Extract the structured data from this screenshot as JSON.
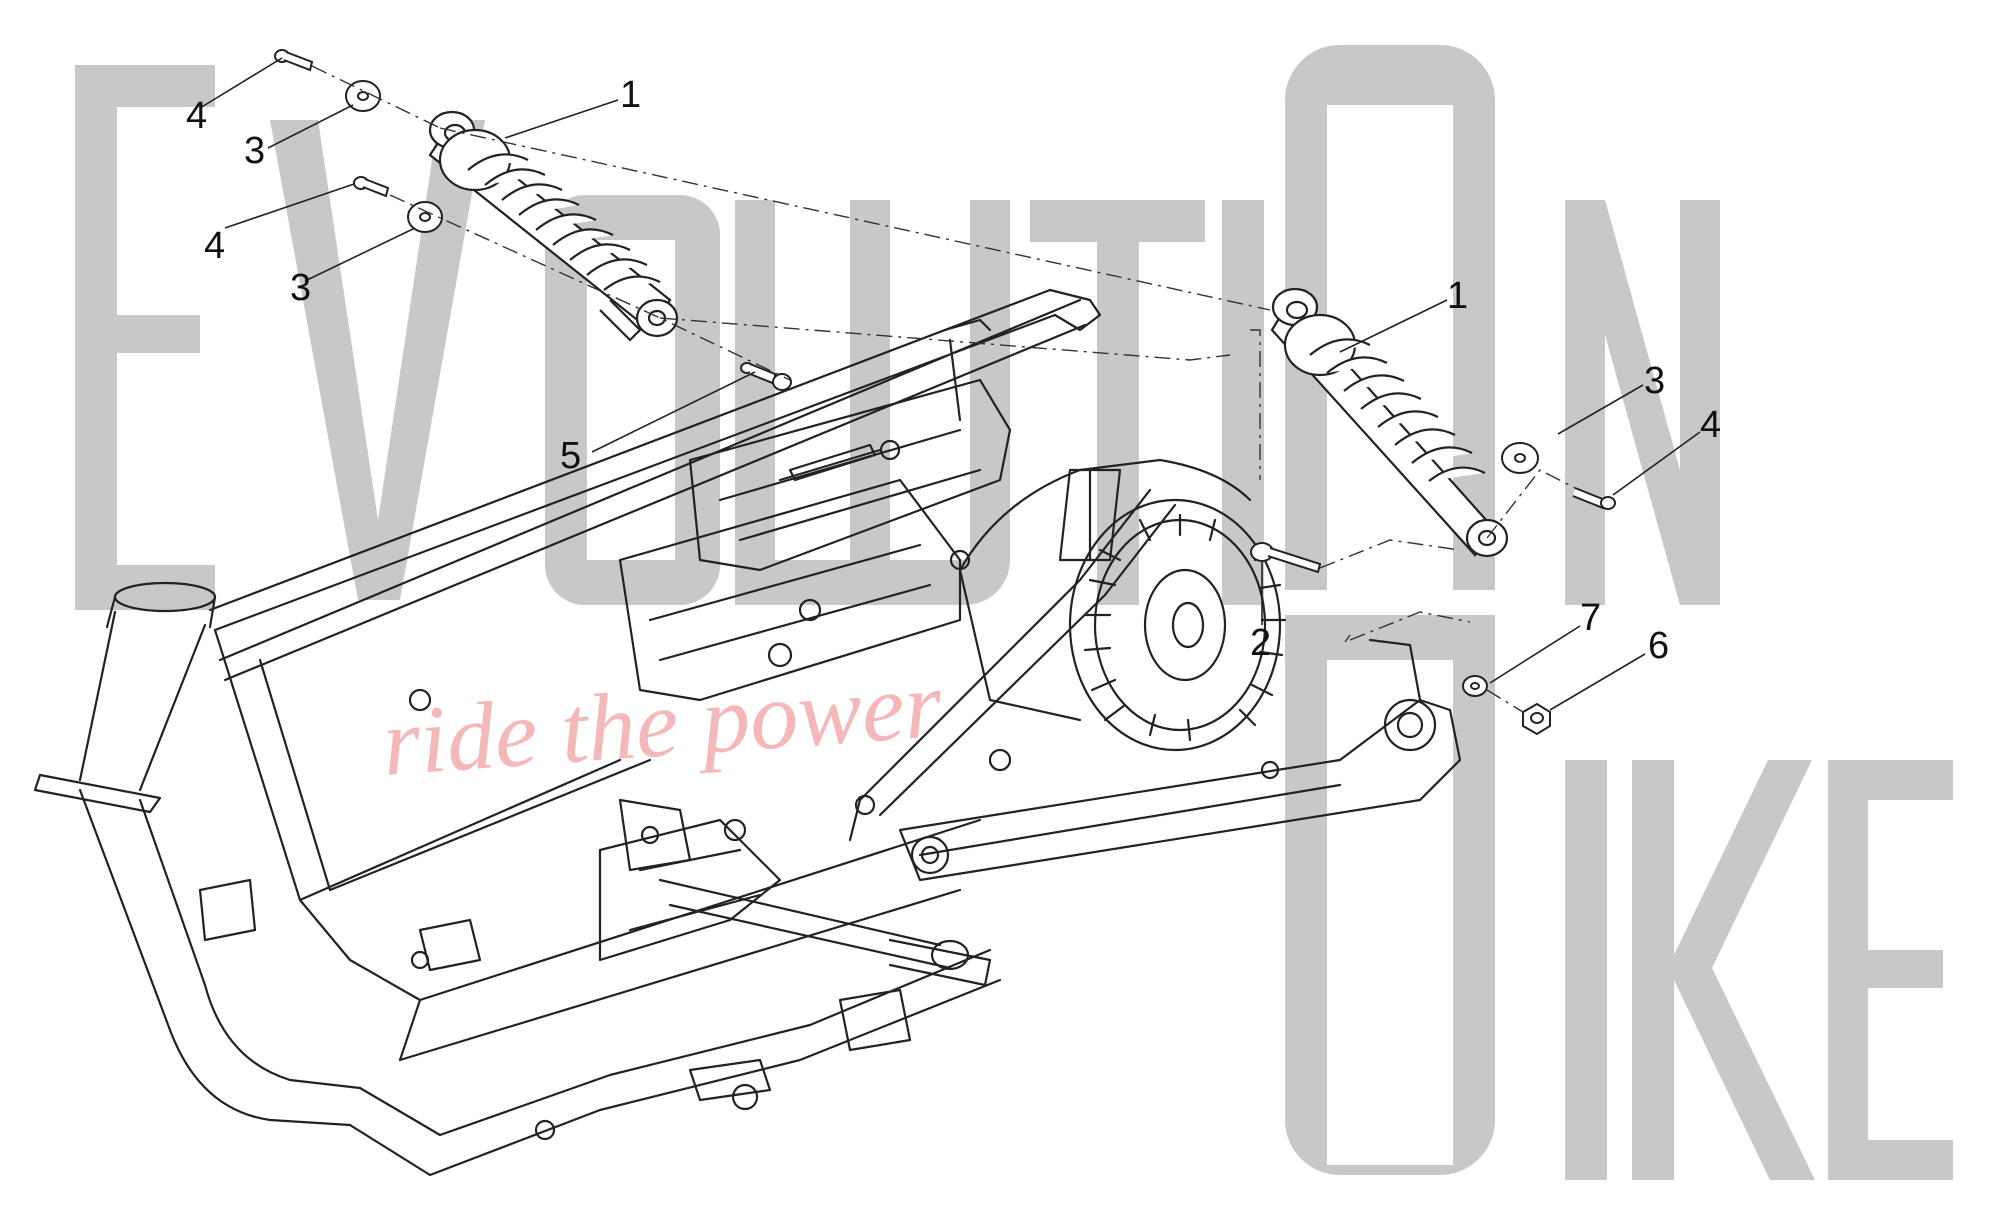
{
  "watermark": {
    "word_1": "EVOLUTION",
    "word_2": "BIKE",
    "tagline": "ride the power",
    "letter_color": "#c8c8c8",
    "tagline_color": "#f2a7a7"
  },
  "diagram": {
    "line_color": "#222222",
    "callouts": [
      {
        "id": "left-shock-upper",
        "label": "1"
      },
      {
        "id": "right-shock",
        "label": "1"
      },
      {
        "id": "bolt",
        "label": "2"
      },
      {
        "id": "washer-top-left",
        "label": "3"
      },
      {
        "id": "washer-mid-left",
        "label": "3"
      },
      {
        "id": "washer-right",
        "label": "3"
      },
      {
        "id": "screw-top-left",
        "label": "4"
      },
      {
        "id": "screw-mid-left",
        "label": "4"
      },
      {
        "id": "screw-right",
        "label": "4"
      },
      {
        "id": "pin",
        "label": "5"
      },
      {
        "id": "nut",
        "label": "6"
      },
      {
        "id": "washer-small",
        "label": "7"
      }
    ]
  }
}
